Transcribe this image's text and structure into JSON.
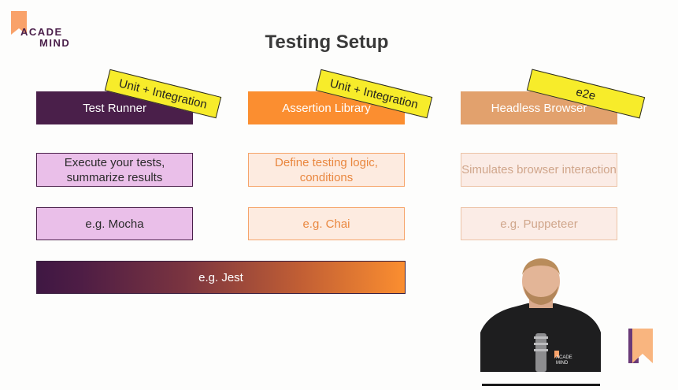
{
  "logo": {
    "line1": "ACADE",
    "line2": "MIND"
  },
  "title": "Testing Setup",
  "columns": [
    {
      "header": "Test Runner",
      "tag": "Unit + Integration",
      "description": "Execute your tests, summarize results",
      "example": "e.g. Mocha"
    },
    {
      "header": "Assertion Library",
      "tag": "Unit + Integration",
      "description": "Define testing logic, conditions",
      "example": "e.g. Chai"
    },
    {
      "header": "Headless Browser",
      "tag": "e2e",
      "description": "Simulates browser interaction",
      "example": "e.g. Puppeteer"
    }
  ],
  "combined": "e.g. Jest",
  "webcam": {
    "shirt_logo": "ACADE MIND"
  },
  "colors": {
    "purple": "#4a1f4a",
    "orange": "#fb8e30",
    "peach": "#e2a16d",
    "sticker": "#f7ec2a"
  }
}
